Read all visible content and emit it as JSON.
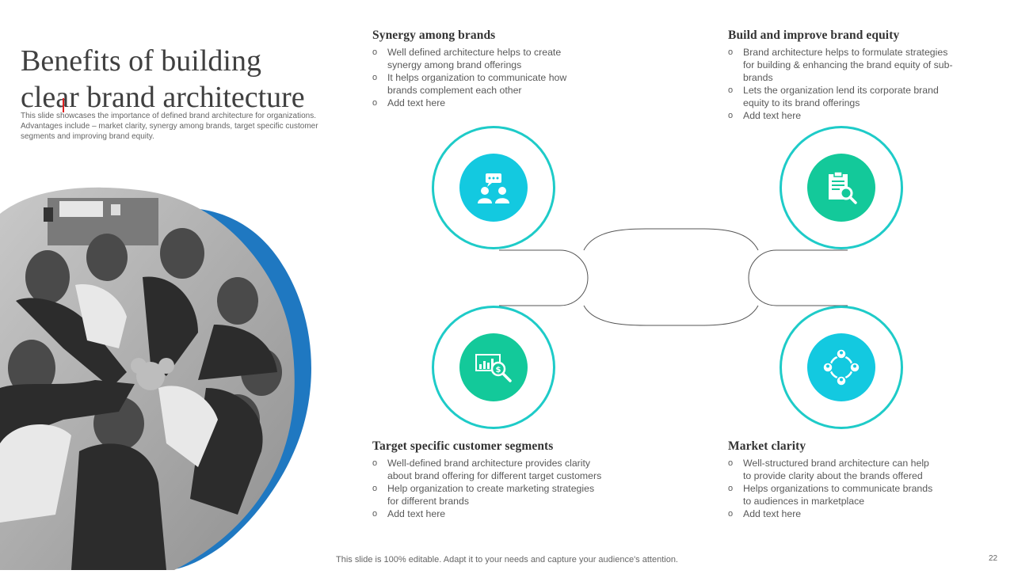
{
  "slide": {
    "title_line1": "Benefits of building",
    "title_line2": "clear brand architecture",
    "subtitle": "This slide showcases the importance of defined brand architecture for organizations. Advantages include – market clarity, synergy among brands, target specific customer segments and improving brand equity.",
    "footer": "This slide is 100% editable. Adapt it to your needs and capture your audience's attention.",
    "page_number": "22"
  },
  "sections": {
    "synergy": {
      "heading": "Synergy among brands",
      "bullets": [
        "Well defined architecture helps to create synergy among brand offerings",
        "It helps organization to communicate how brands complement each other",
        "Add text here"
      ]
    },
    "equity": {
      "heading": "Build and improve brand equity",
      "bullets": [
        "Brand architecture helps to formulate strategies for building & enhancing the brand equity of sub-brands",
        "Lets the organization lend its corporate brand equity to its brand offerings",
        "Add text here"
      ]
    },
    "segments": {
      "heading": "Target specific customer segments",
      "bullets": [
        "Well-defined brand architecture provides clarity about brand offering for different target customers",
        "Help organization to create marketing strategies for different  brands",
        "Add text here"
      ]
    },
    "clarity": {
      "heading": "Market clarity",
      "bullets": [
        "Well-structured brand architecture can help to provide  clarity about the brands offered",
        "Helps organizations to communicate brands to audiences in marketplace",
        "Add text here"
      ]
    }
  },
  "icons": {
    "top_left": "team-chat-icon",
    "top_right": "report-search-icon",
    "bottom_left": "market-analysis-icon",
    "bottom_right": "network-people-icon"
  },
  "colors": {
    "ring": "#1ecbc8",
    "cyan": "#13c9e0",
    "green": "#13c99a",
    "blob": "#1f78c1"
  }
}
